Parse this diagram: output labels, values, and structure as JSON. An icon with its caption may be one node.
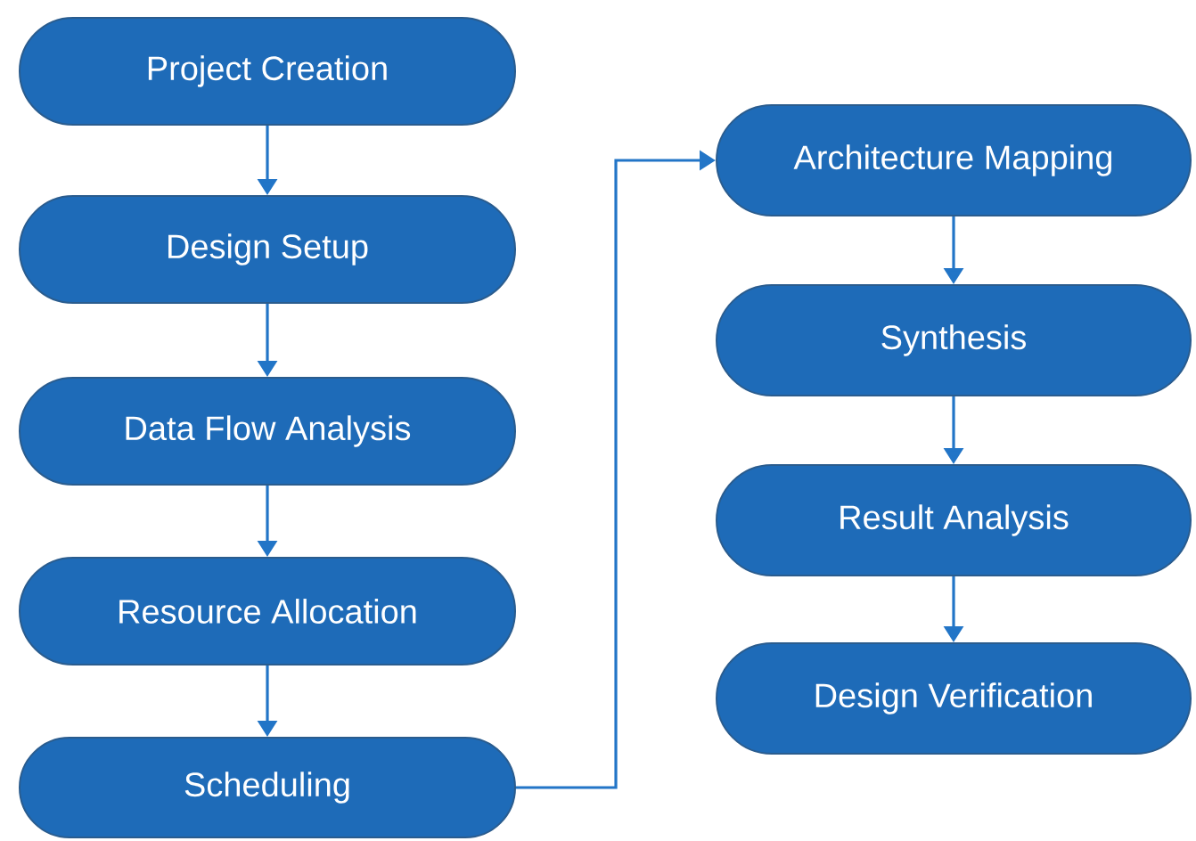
{
  "diagram": {
    "nodes": [
      {
        "text": [
          "Project Creation"
        ]
      },
      {
        "text": [
          "Design Setup"
        ]
      },
      {
        "text": [
          "Data Flow Analysis"
        ]
      },
      {
        "text": [
          "Resource Allocation"
        ]
      },
      {
        "text": [
          "Scheduling"
        ]
      },
      {
        "text": [
          "Architecture Mapping"
        ]
      },
      {
        "text": [
          "Synthesis"
        ]
      },
      {
        "text": [
          "Result Analysis"
        ]
      },
      {
        "text": [
          "Design Verification"
        ]
      }
    ],
    "edges": [
      {
        "from": 0,
        "to": 1,
        "arrow": "to"
      },
      {
        "from": 1,
        "to": 2,
        "arrow": "to"
      },
      {
        "from": 2,
        "to": 3,
        "arrow": "to"
      },
      {
        "from": 3,
        "to": 4,
        "arrow": "to"
      },
      {
        "from": 4,
        "to": 5,
        "arrow": "to"
      },
      {
        "from": 5,
        "to": 6,
        "arrow": "to"
      },
      {
        "from": 6,
        "to": 7,
        "arrow": "to"
      },
      {
        "from": 7,
        "to": 8,
        "arrow": "to"
      }
    ]
  }
}
